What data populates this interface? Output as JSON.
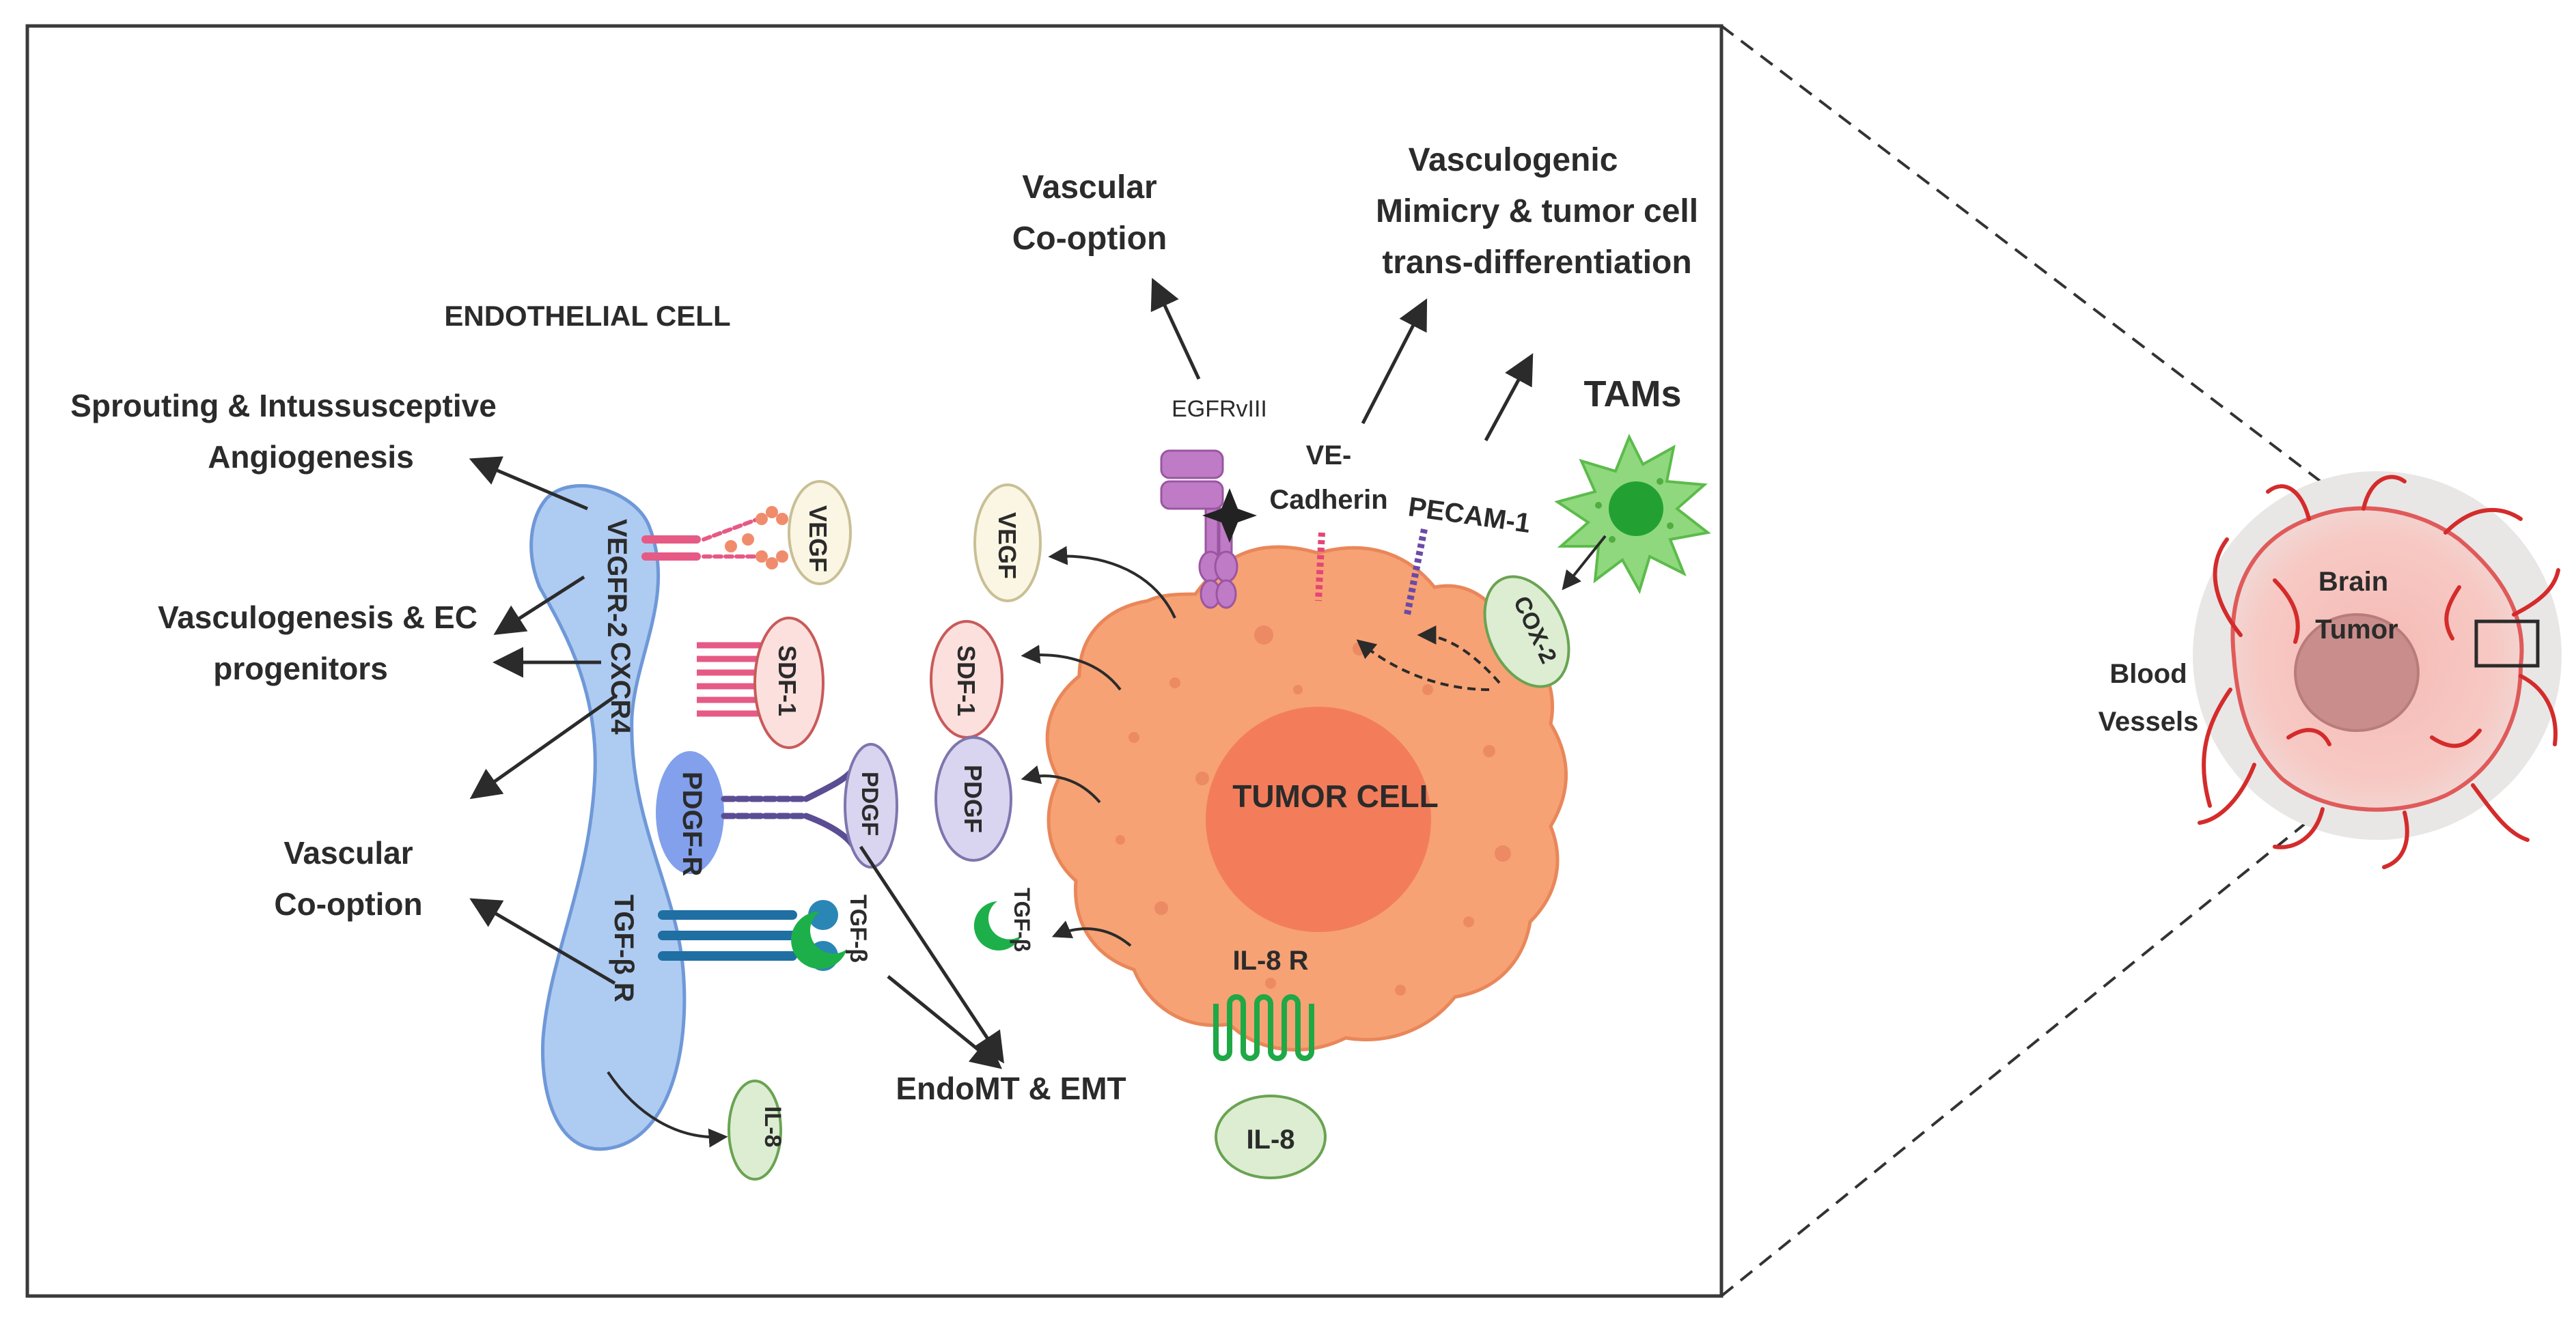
{
  "labels": {
    "endothelial_cell": "ENDOTHELIAL CELL",
    "tumor_cell": "TUMOR CELL",
    "tams": "TAMs",
    "brain": "Brain",
    "tumor": "Tumor",
    "blood": "Blood",
    "vessels": "Vessels"
  },
  "outcomes": {
    "sprouting_1": "Sprouting & Intussusceptive",
    "sprouting_2": "Angiogenesis",
    "vasculogenesis_1": "Vasculogenesis & EC",
    "vasculogenesis_2": "progenitors",
    "cooption_left_1": "Vascular",
    "cooption_left_2": "Co-option",
    "cooption_top_1": "Vascular",
    "cooption_top_2": "Co-option",
    "mimicry_1": "Vasculogenic",
    "mimicry_2": "Mimicry & tumor cell",
    "mimicry_3": "trans-differentiation",
    "endomt": "EndoMT & EMT"
  },
  "receptors": {
    "vegfr2": "VEGFR-2",
    "cxcr4": "CXCR4",
    "pdgfr": "PDGF-R",
    "tgfbr": "TGF-β R",
    "egfrviii": "EGFRvIII",
    "ve_1": "VE-",
    "ve_2": "Cadherin",
    "pecam": "PECAM-1",
    "il8r": "IL-8 R"
  },
  "ligands": {
    "vegf_ec": "VEGF",
    "sdf1_ec": "SDF-1",
    "pdgf_ec": "PDGF",
    "tgfb_ec": "TGF-β",
    "il8_ec": "IL-8",
    "vegf_tc": "VEGF",
    "sdf1_tc": "SDF-1",
    "pdgf_tc": "PDGF",
    "tgfb_tc": "TGF-β",
    "il8_tc": "IL-8",
    "cox2": "COX-2"
  }
}
